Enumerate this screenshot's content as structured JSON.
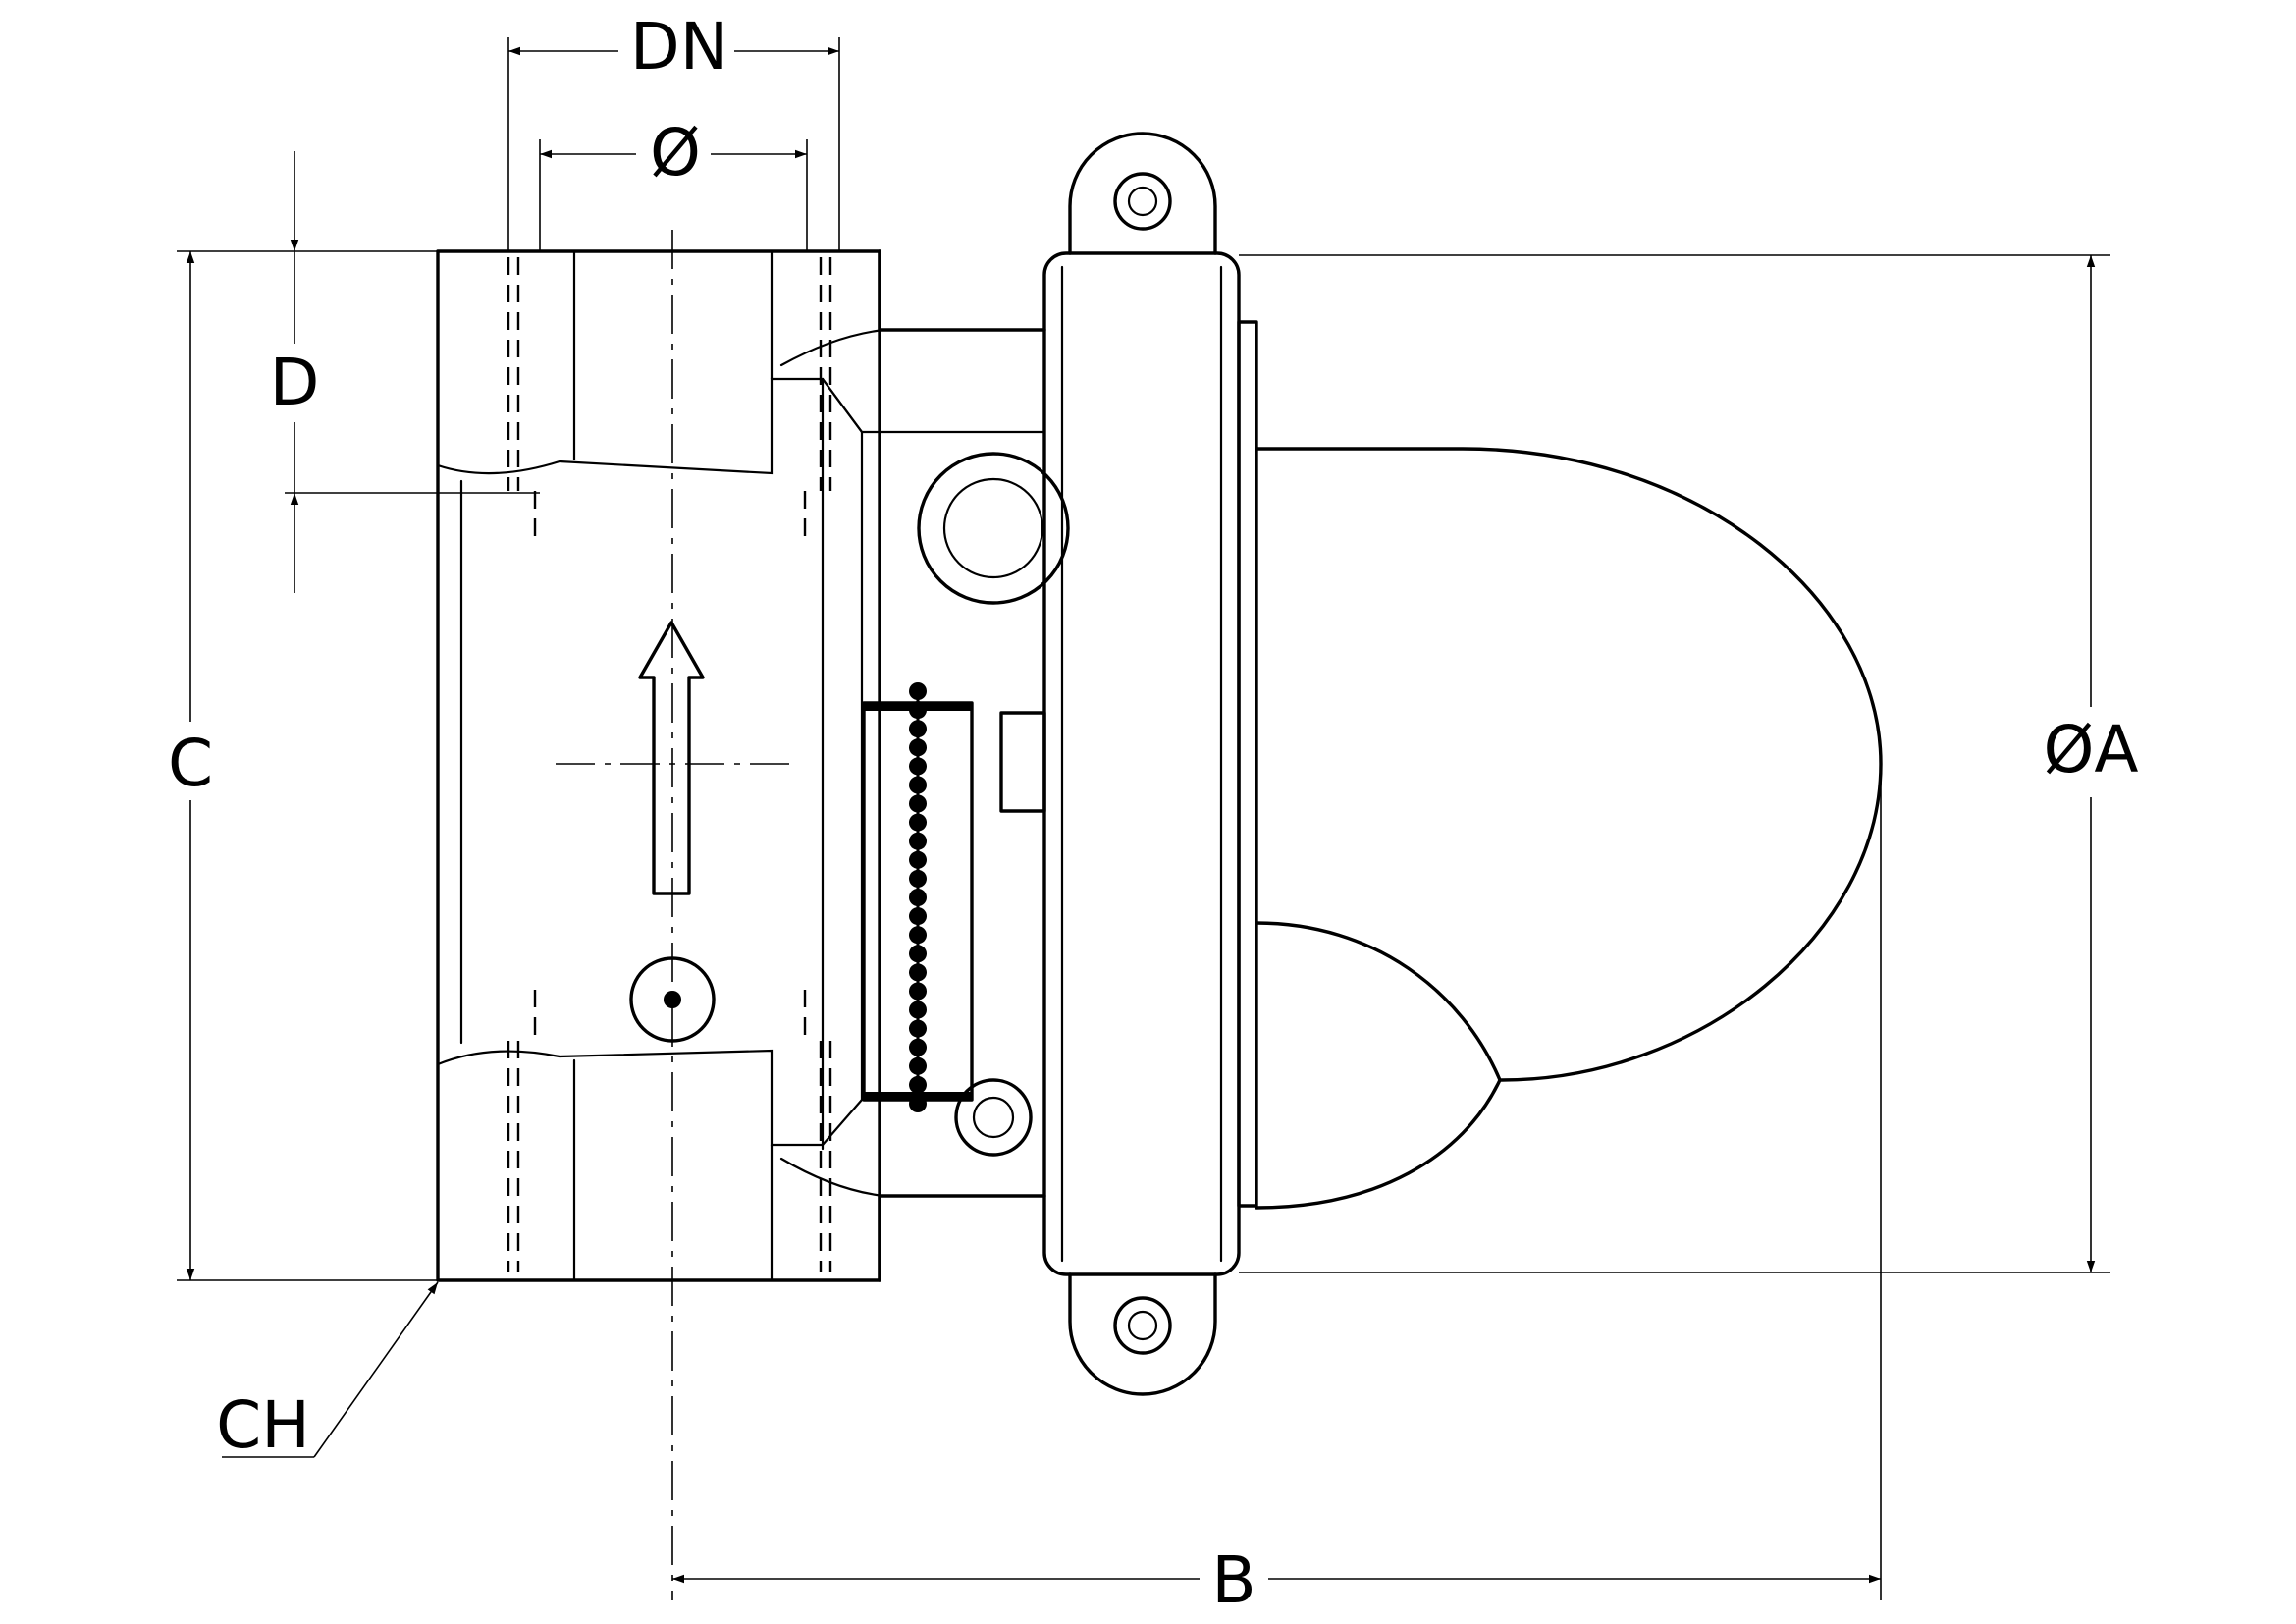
{
  "labels": {
    "dn": "DN",
    "phi": "Ø",
    "d": "D",
    "c": "C",
    "phi_a": "ØA",
    "ch": "CH",
    "b": "B"
  },
  "colors": {
    "line": "#000000",
    "background": "#ffffff"
  },
  "spring": {
    "ball_count": 23
  }
}
